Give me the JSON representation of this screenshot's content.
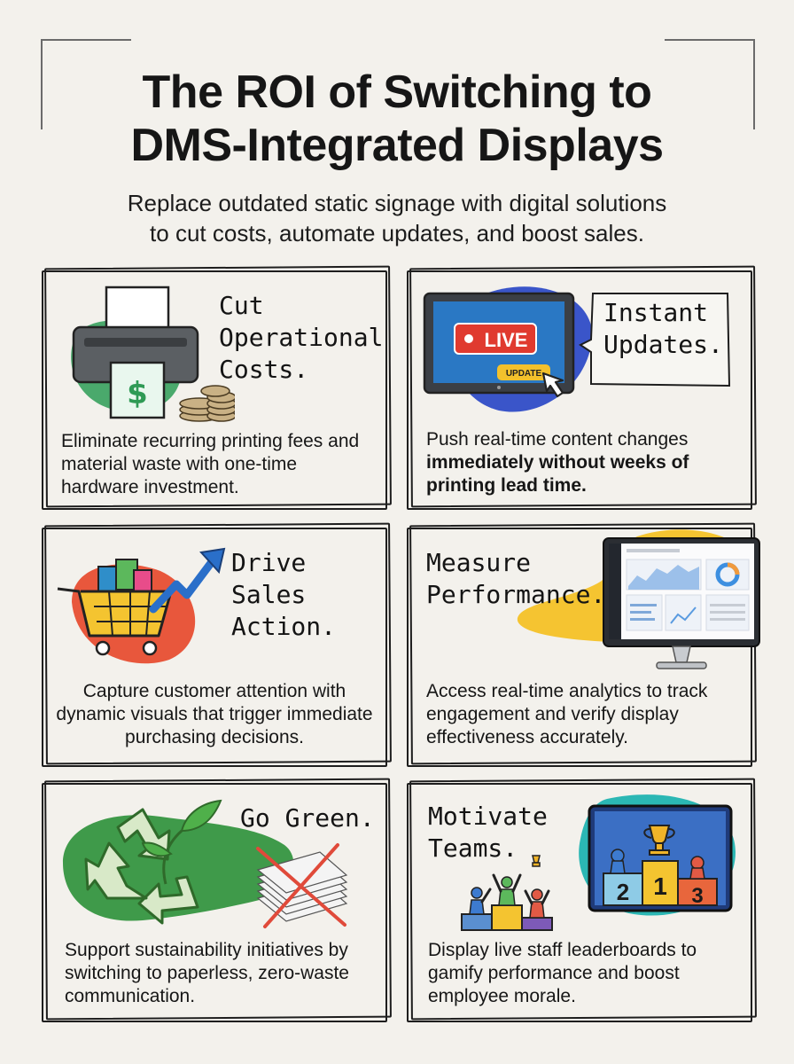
{
  "header": {
    "title_line1": "The ROI of Switching to",
    "title_line2": "DMS-Integrated Displays",
    "subtitle_line1": "Replace outdated static signage with digital solutions",
    "subtitle_line2": "to cut costs, automate updates, and boost sales."
  },
  "cards": [
    {
      "heading": "Cut\nOperational\nCosts.",
      "description": "Eliminate recurring printing fees and material waste with one-time hardware investment.",
      "icon": "printer-money-icon",
      "accent": "#4aa96c"
    },
    {
      "heading": "Instant\nUpdates.",
      "description_regular": "Push real-time content changes",
      "description_bold": "immediately without weeks of printing lead time.",
      "icon": "live-monitor-icon",
      "screen_badge": "LIVE",
      "button_label": "UPDATE",
      "accent": "#3a55c9"
    },
    {
      "heading": "Drive Sales\nAction.",
      "description": "Capture customer attention with dynamic visuals that trigger immediate purchasing decisions.",
      "icon": "shopping-cart-growth-icon",
      "accent": "#e8573c"
    },
    {
      "heading": "Measure\nPerformance.",
      "description": "Access real-time analytics to track engagement and verify display effectiveness accurately.",
      "icon": "analytics-dashboard-icon",
      "accent": "#f5c431"
    },
    {
      "heading": "Go Green.",
      "description": "Support sustainability initiatives by switching to paperless, zero-waste communication.",
      "icon": "recycle-icon",
      "accent": "#3f9a4a"
    },
    {
      "heading": "Motivate\nTeams.",
      "description": "Display live staff leaderboards to gamify performance and boost employee morale.",
      "icon": "leaderboard-podium-icon",
      "podium_labels": [
        "2",
        "1",
        "3"
      ],
      "accent": "#2bb7b4"
    }
  ]
}
